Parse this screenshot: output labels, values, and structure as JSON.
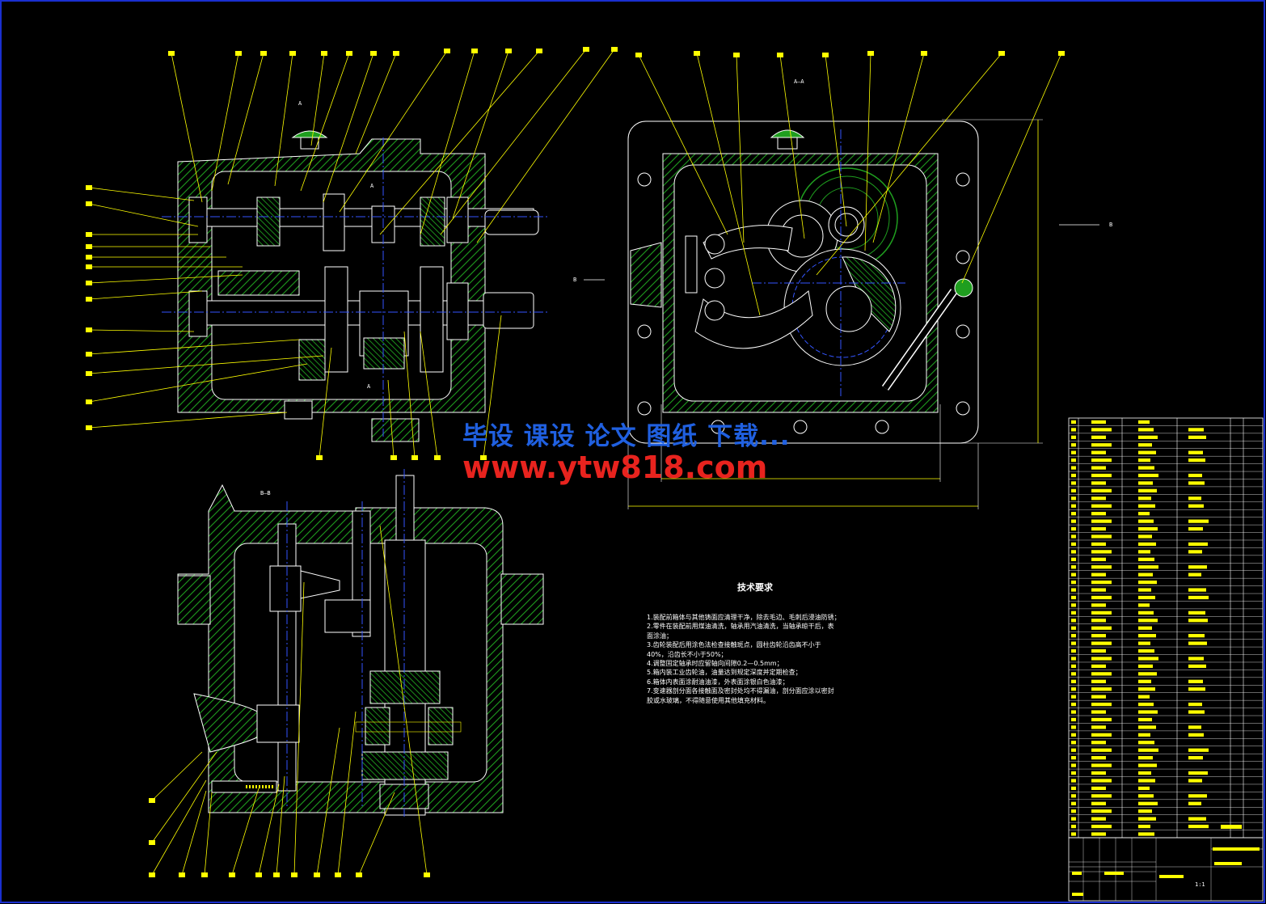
{
  "drawing": {
    "background": "#000000",
    "line_color": "#ffffff",
    "hatch_color": "#1f9e1f",
    "callout_color": "#ffff00",
    "centerline_color": "#3355ff",
    "border_color": "#1a2fd0"
  },
  "views": {
    "section_a": "A",
    "section_aa": "A—A",
    "section_bb": "B—B",
    "arrow_b": "B"
  },
  "watermark": {
    "line1": "毕设 课设 论文 图纸 下载...",
    "line2": "www.ytw818.com"
  },
  "technical_requirements": {
    "title": "技术要求",
    "lines": [
      "1.装配前箱体与其他铸面应清理干净，除去毛边、毛刺后浸油防锈；",
      "2.零件在装配前用煤油清洗，轴承用汽油清洗，当轴承晾干后，表",
      "面涂油；",
      "3.齿轮装配后用涂色法检查接触斑点，圆柱齿轮沿齿高不小于",
      "40%，沿齿长不小于50%；",
      "4.调整固定轴承时应留轴向间隙0.2—0.5mm；",
      "5.箱内装工业齿轮油，油量达到规定深度并定期检查；",
      "6.箱体内表面涂耐油油漆，外表面涂银白色油漆；",
      "7.变速器剖分面各接触面及密封处均不得漏油，剖分面应涂以密封",
      "胶或水玻璃，不得随意使用其他填充材料。"
    ]
  },
  "title_block": {
    "scale": "1:1"
  }
}
